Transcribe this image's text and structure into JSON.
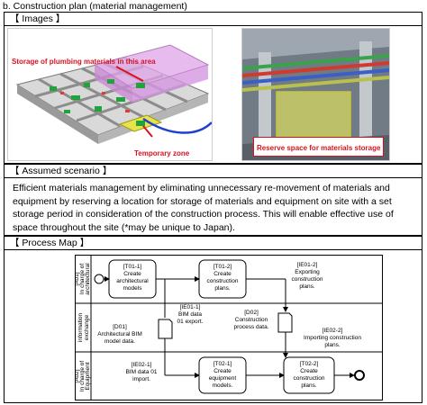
{
  "header": {
    "title": "b. Construction plan (material management)"
  },
  "images_section": {
    "heading": "【 Images 】",
    "left_image": {
      "callout_storage": "Storage of plumbing materials in this area",
      "callout_temp": "Temporary zone"
    },
    "right_image": {
      "callout_reserve": "Reserve space for materials storage"
    }
  },
  "scenario_section": {
    "heading": "【 Assumed scenario 】",
    "text": "Efficient materials management by eliminating unnecessary re-movement of materials and equipment by reserving a location for storage of materials and equipment on site with a set storage period in consideration of the construction process. This will enable effective use of space throughout the site (*may be unique to Japan)."
  },
  "process_section": {
    "heading": "【 Process Map 】",
    "lanes": [
      {
        "id": "lane-a01",
        "label": "[A01]\nIn charge of\narchitectural"
      },
      {
        "id": "lane-info",
        "label": "information\nexchange"
      },
      {
        "id": "lane-a02",
        "label": "[A02]\nIn charge of\nEquipment"
      }
    ],
    "tasks": {
      "t01_1": "[T01-1]\nCreate\narchitectural\nmodels",
      "t01_2": "[T01-2]\nCreate\nconstruction\nplans.",
      "t02_1": "[T02-1]\nCreate\nequipment\nmodels.",
      "t02_2": "[T02-2]\nCreate\nconstruction\nplans."
    },
    "labels": {
      "ie01_2": "[IE01-2]\nExporting\nconstruction\nplans.",
      "ie01_1": "[IE01-1]\nBIM data\n01 export.",
      "d01": "[D01]\nArchitectural BIM\nmodel data.",
      "d02": "[D02]\nConstruction\nprocess data.",
      "ie02_2": "[IE02-2]\nImporting construction\nplans.",
      "ie02_1": "[IE02-1]\nBIM data 01\nimport."
    }
  }
}
